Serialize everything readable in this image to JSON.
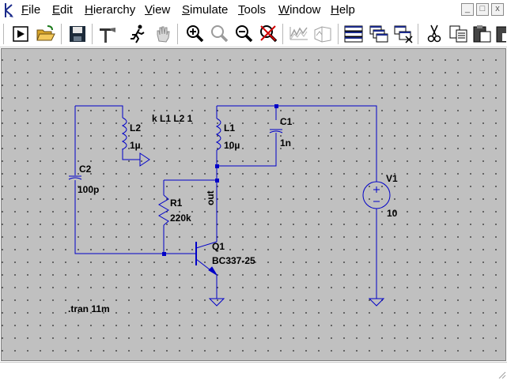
{
  "menu": {
    "items": [
      "File",
      "Edit",
      "Hierarchy",
      "View",
      "Simulate",
      "Tools",
      "Window",
      "Help"
    ]
  },
  "window_controls": {
    "minimize": "_",
    "restore": "□",
    "close": "x"
  },
  "toolbar": {
    "icons": [
      "run-icon",
      "open-folder-icon",
      "save-icon",
      "hammer-icon",
      "running-man-icon",
      "hand-icon",
      "zoom-in-icon",
      "zoom-fit-icon",
      "zoom-out-icon",
      "zoom-cancel-icon",
      "waveform-icon",
      "waveform-3d-icon",
      "tile-horizontal-icon",
      "cascade-icon",
      "cascade-close-icon",
      "cut-icon",
      "copy-icon",
      "paste-icon",
      "paste-special-icon"
    ]
  },
  "schematic": {
    "labels": {
      "l2_name": "L2",
      "l2_value": "1µ",
      "coupling": "k L1 L2 1",
      "l1_name": "L1",
      "l1_value": "10µ",
      "c1_name": "C1",
      "c1_value": "1n",
      "c2_name": "C2",
      "c2_value": "100p",
      "r1_name": "R1",
      "r1_value": "220k",
      "net_out": "out",
      "q1_name": "Q1",
      "q1_value": "BC337-25",
      "v1_name": "V1",
      "v1_value": "10",
      "directive": ".tran 11m"
    },
    "wire_color": "#0000c8",
    "component_color": "#0000c8",
    "background_color": "#c0c0c0"
  },
  "status": {
    "text": ""
  }
}
